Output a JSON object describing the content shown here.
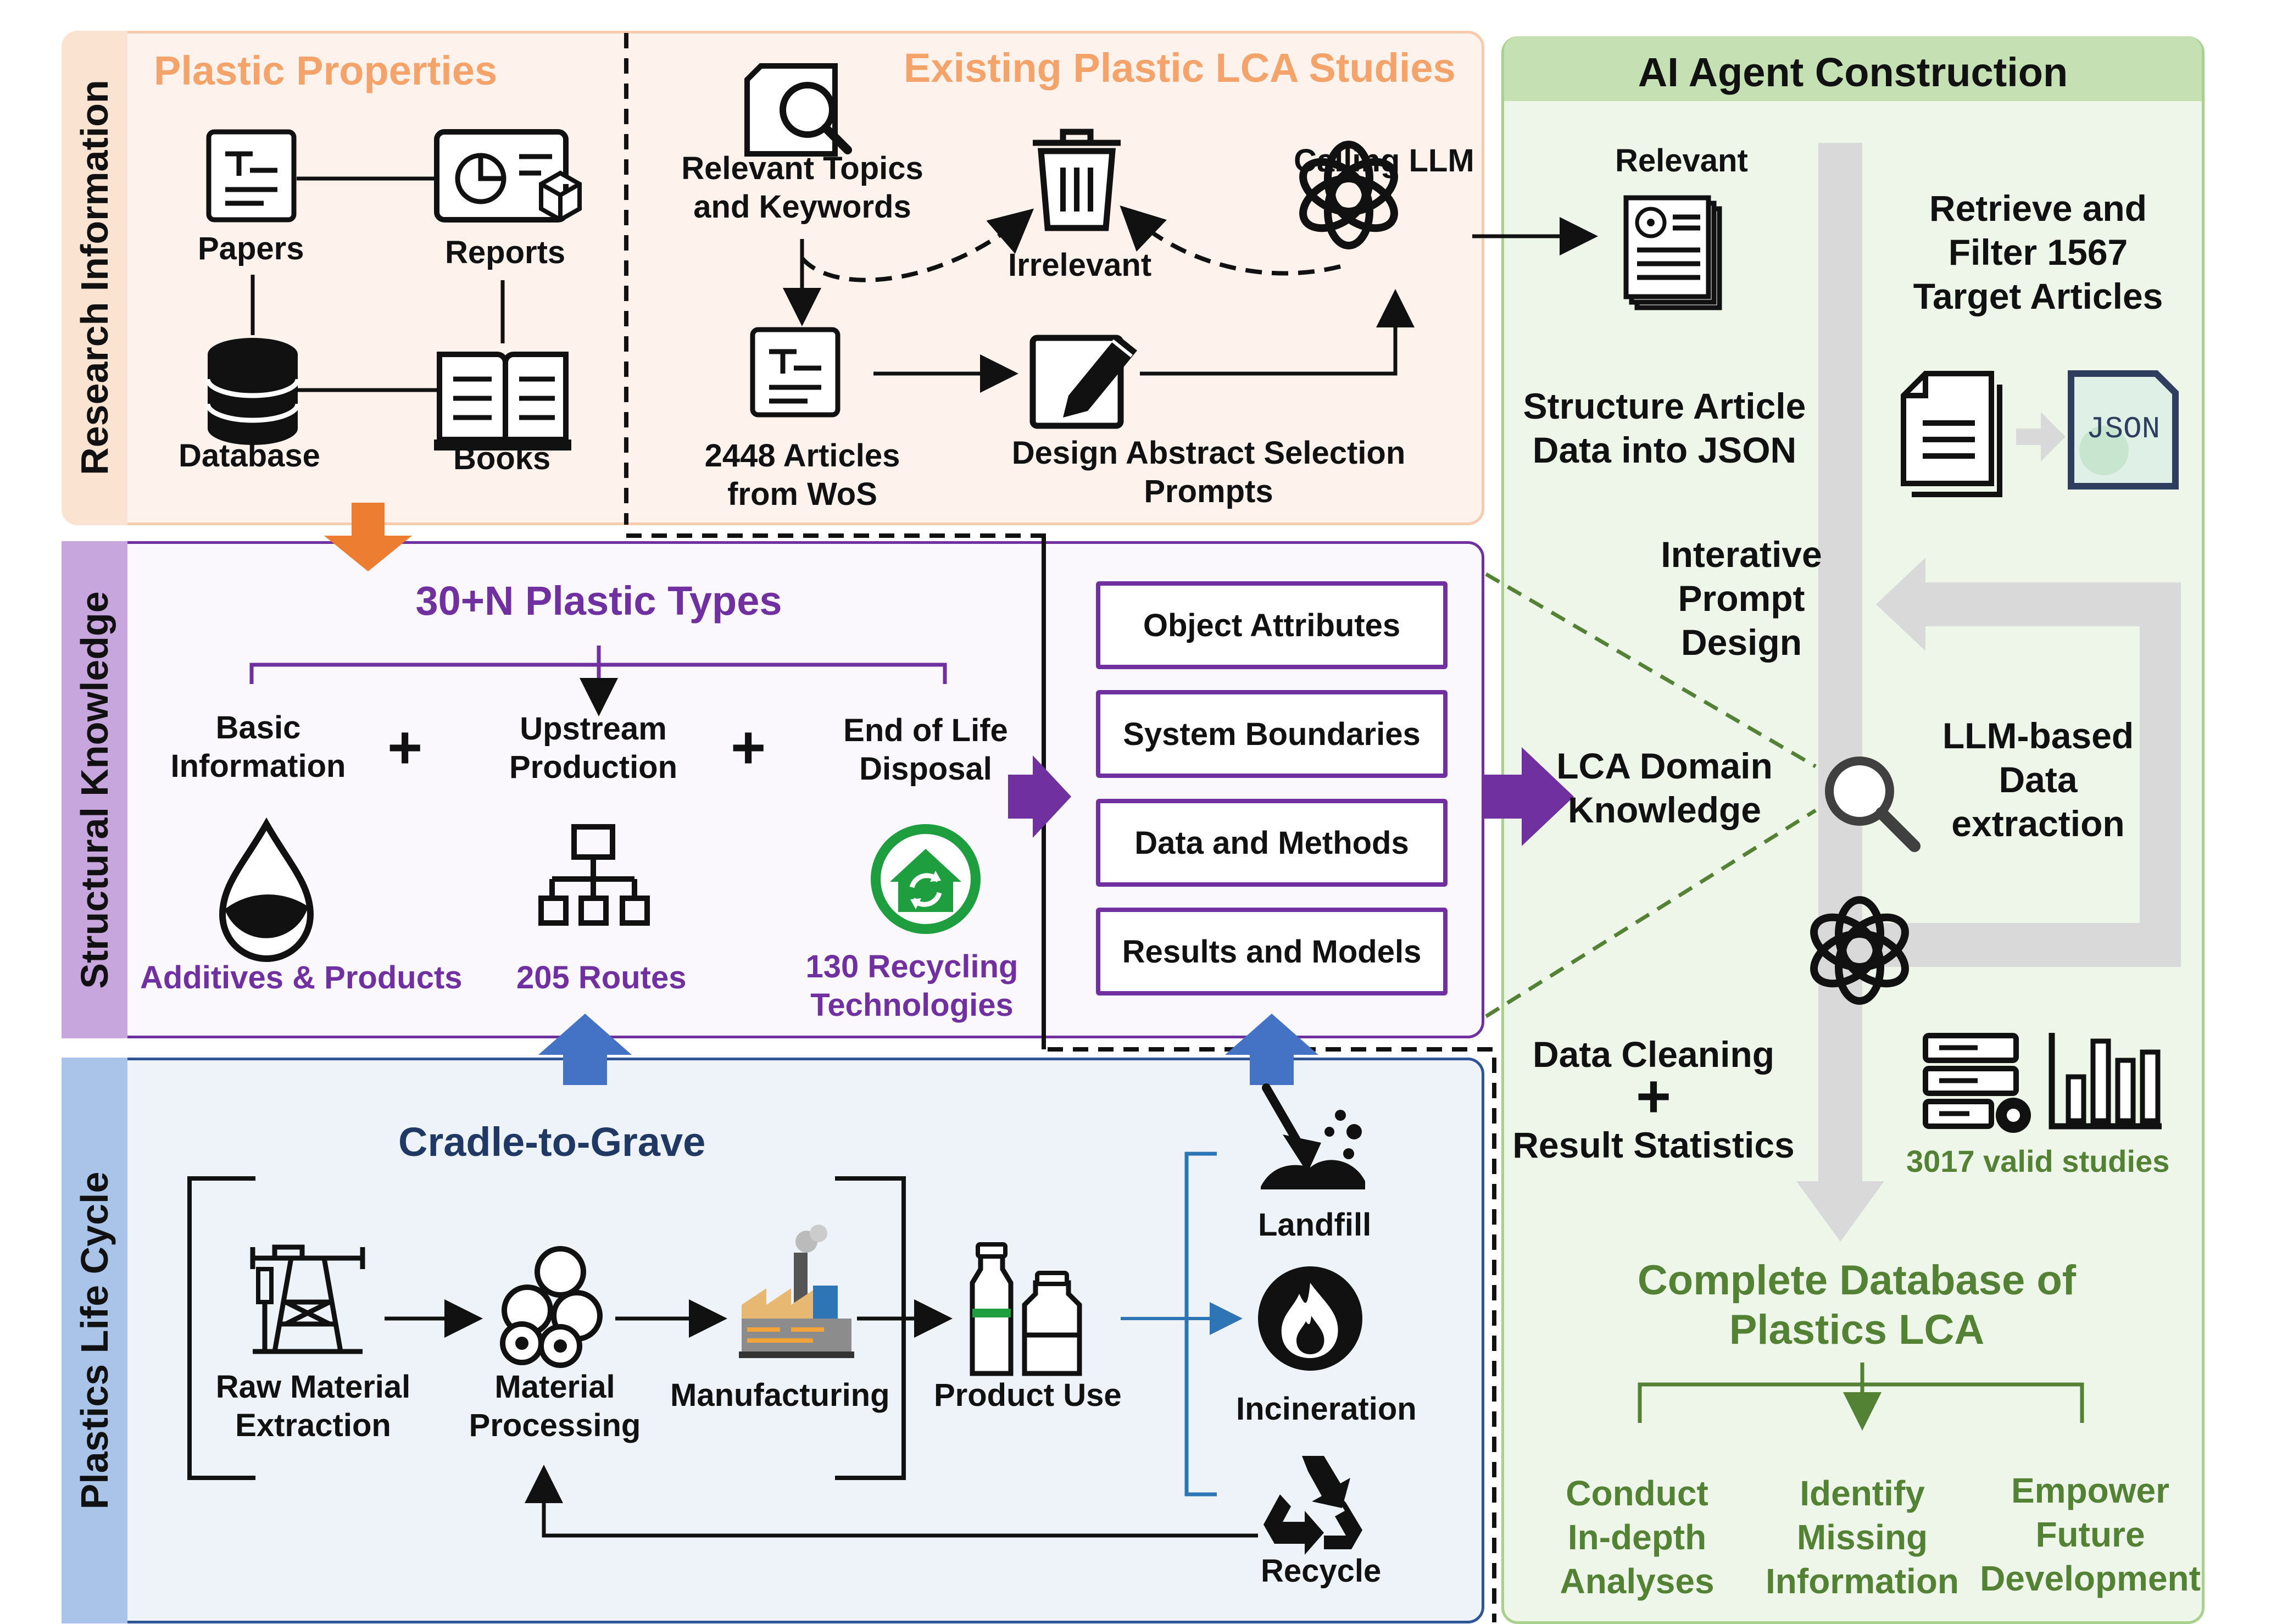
{
  "sections": {
    "research": "Research Information",
    "structural": "Structural Knowledge",
    "lifecycle": "Plastics Life Cycle",
    "ai_agent": "AI Agent Construction"
  },
  "plastic_properties": {
    "title": "Plastic Properties",
    "papers": "Papers",
    "reports": "Reports",
    "database": "Database",
    "books": "Books"
  },
  "lca_studies": {
    "title": "Existing Plastic LCA Studies",
    "topics_line1": "Relevant Topics",
    "topics_line2": "and Keywords",
    "irrelevant": "Irrelevant",
    "calling_llm": "Calling LLM",
    "articles_line1": "2448 Articles",
    "articles_line2": "from WoS",
    "prompts_line1": "Design Abstract Selection",
    "prompts_line2": "Prompts"
  },
  "structural": {
    "title": "30+N Plastic Types",
    "basic_line1": "Basic",
    "basic_line2": "Information",
    "upstream_line1": "Upstream",
    "upstream_line2": "Production",
    "eol_line1": "End of Life",
    "eol_line2": "Disposal",
    "plus": "+",
    "additives": "Additives & Products",
    "routes": "205 Routes",
    "recycling_line1": "130 Recycling",
    "recycling_line2": "Technologies",
    "boxes": [
      "Object Attributes",
      "System Boundaries",
      "Data and Methods",
      "Results and Models"
    ]
  },
  "lifecycle": {
    "title": "Cradle-to-Grave",
    "raw_line1": "Raw Material",
    "raw_line2": "Extraction",
    "material_line1": "Material",
    "material_line2": "Processing",
    "manufacturing": "Manufacturing",
    "product_use": "Product Use",
    "landfill": "Landfill",
    "incineration": "Incineration",
    "recycle": "Recycle"
  },
  "ai_agent": {
    "relevant": "Relevant",
    "retrieve_line1": "Retrieve and",
    "retrieve_line2": "Filter 1567",
    "retrieve_line3": "Target Articles",
    "structure_line1": "Structure Article",
    "structure_line2": "Data into JSON",
    "json_label": "JSON",
    "iterative_line1": "Interative",
    "iterative_line2": "Prompt",
    "iterative_line3": "Design",
    "lca_line1": "LCA Domain",
    "lca_line2": "Knowledge",
    "llm_line1": "LLM-based",
    "llm_line2": "Data",
    "llm_line3": "extraction",
    "cleaning": "Data Cleaning",
    "plus": "+",
    "statistics": "Result Statistics",
    "valid": "3017 valid studies",
    "db_line1": "Complete Database of",
    "db_line2": "Plastics LCA",
    "out1_line1": "Conduct",
    "out1_line2": "In-depth",
    "out1_line3": "Analyses",
    "out2_line1": "Identify",
    "out2_line2": "Missing",
    "out2_line3": "Information",
    "out3_line1": "Empower",
    "out3_line2": "Future",
    "out3_line3": "Development"
  },
  "colors": {
    "research_bg": "#fdf3ec",
    "research_border": "#f8cbad",
    "structural_bg": "#faf7fc",
    "structural_border": "#7030a0",
    "lifecycle_bg": "#eef3fa",
    "lifecycle_border": "#2f5597",
    "ai_bg": "#eef6ea",
    "ai_border": "#a9d18e",
    "orange_text": "#f4a46a",
    "purple": "#7030a0",
    "green": "#548235",
    "navy": "#1f3864",
    "blue_arrow": "#4472c4",
    "orange_arrow": "#ed7d31"
  },
  "icons": [
    "paper-icon",
    "report-icon",
    "database-icon",
    "books-icon",
    "search-doc-icon",
    "trash-icon",
    "llm-icon",
    "article-icon",
    "edit-icon",
    "articles-stack-icon",
    "json-icon",
    "magnifier-icon",
    "server-icon",
    "bar-chart-icon",
    "drop-icon",
    "hierarchy-icon",
    "recycle-house-icon",
    "oil-rig-icon",
    "rolls-icon",
    "factory-icon",
    "bottles-icon",
    "landfill-icon",
    "fire-icon",
    "recycle-icon"
  ]
}
